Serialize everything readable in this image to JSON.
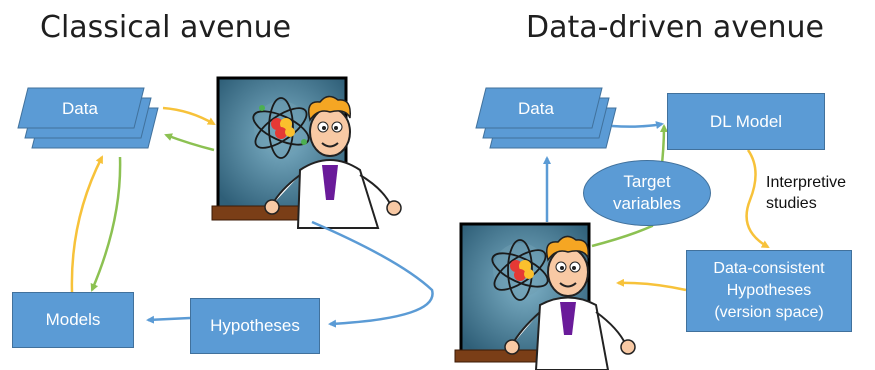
{
  "headings": {
    "classical": "Classical avenue",
    "data_driven": "Data-driven avenue"
  },
  "classical": {
    "data_label": "Data",
    "models_label": "Models",
    "hypotheses_label": "Hypotheses"
  },
  "data_driven": {
    "data_label": "Data",
    "dl_model_label": "DL Model",
    "target_variables": [
      "Target",
      "variables"
    ],
    "interpretive_studies": [
      "Interpretive",
      "studies"
    ],
    "consistent_hypotheses": [
      "Data-consistent",
      "Hypotheses",
      "(version space)"
    ]
  },
  "illustrations": {
    "scientist": "scientist-icon",
    "atom": "atom-icon"
  },
  "colors": {
    "box_fill": "#5b9bd5",
    "box_border": "#41719c",
    "arrow_blue": "#5b9bd5",
    "arrow_yellow": "#f7c23a",
    "arrow_green": "#8cc152"
  }
}
